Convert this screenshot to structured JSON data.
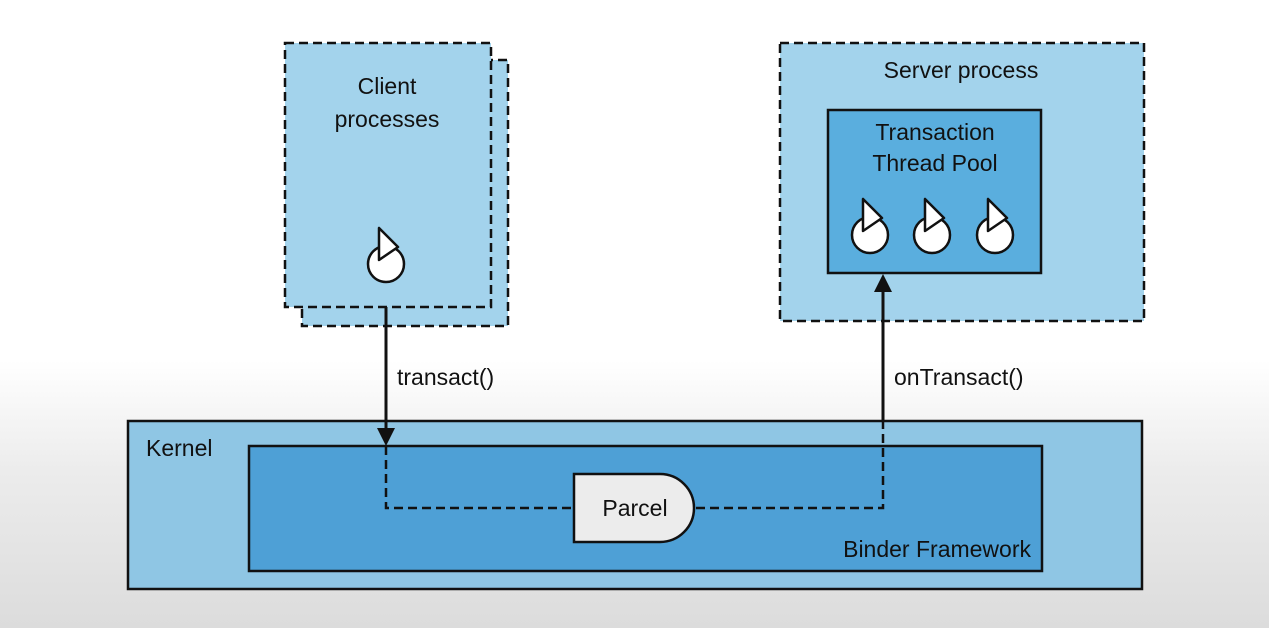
{
  "client": {
    "line1": "Client",
    "line2": "processes"
  },
  "server": {
    "title": "Server process",
    "pool_line1": "Transaction",
    "pool_line2": "Thread Pool"
  },
  "arrows": {
    "transact": "transact()",
    "on_transact": "onTransact()"
  },
  "kernel": {
    "label": "Kernel",
    "binder_label": "Binder Framework",
    "parcel_label": "Parcel"
  },
  "colors": {
    "light_blue": "#a3d3ec",
    "mid_blue": "#5aaede",
    "binder_blue": "#4ea0d6",
    "kernel_blue": "#8fc6e4",
    "outline": "#111111",
    "parcel_fill": "#ececec"
  },
  "icons": {
    "thread": "thread-icon"
  }
}
